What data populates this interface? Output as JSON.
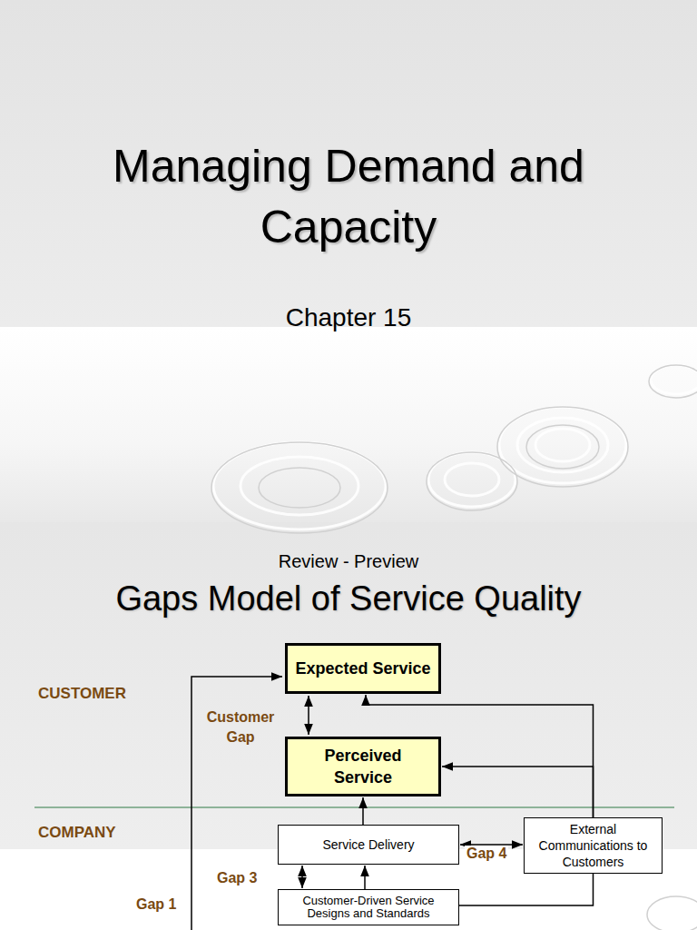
{
  "diagram": {
    "title": "Managing Demand and Capacity",
    "nodes": [
      {
        "text": [
          "Expected Service"
        ]
      },
      {
        "text": [
          "Perceived Service"
        ]
      },
      {
        "text": [
          "Service Delivery"
        ]
      },
      {
        "text": [
          "External Communications to Customers"
        ]
      },
      {
        "text": [
          "Customer-Driven Service Designs and Standards"
        ]
      }
    ],
    "edges": [
      {
        "from": 0,
        "to": 1,
        "arrow": "both"
      },
      {
        "from": 2,
        "to": 1,
        "arrow": "to"
      },
      {
        "from": 2,
        "to": 3,
        "arrow": "both"
      },
      {
        "from": 3,
        "to": 0,
        "arrow": "to"
      },
      {
        "from": 3,
        "to": 1,
        "arrow": "to"
      },
      {
        "from": 4,
        "to": 2,
        "arrow": "both"
      },
      {
        "from": 4,
        "to": 2,
        "arrow": "to"
      },
      {
        "from": 4,
        "to": 3,
        "arrow": "none"
      }
    ],
    "labels": [
      "Chapter 15",
      "Review - Preview",
      "Gaps Model of Service Quality",
      "CUSTOMER",
      "Customer Gap",
      "COMPANY",
      "Gap 4",
      "Gap 3",
      "Gap 1"
    ]
  }
}
